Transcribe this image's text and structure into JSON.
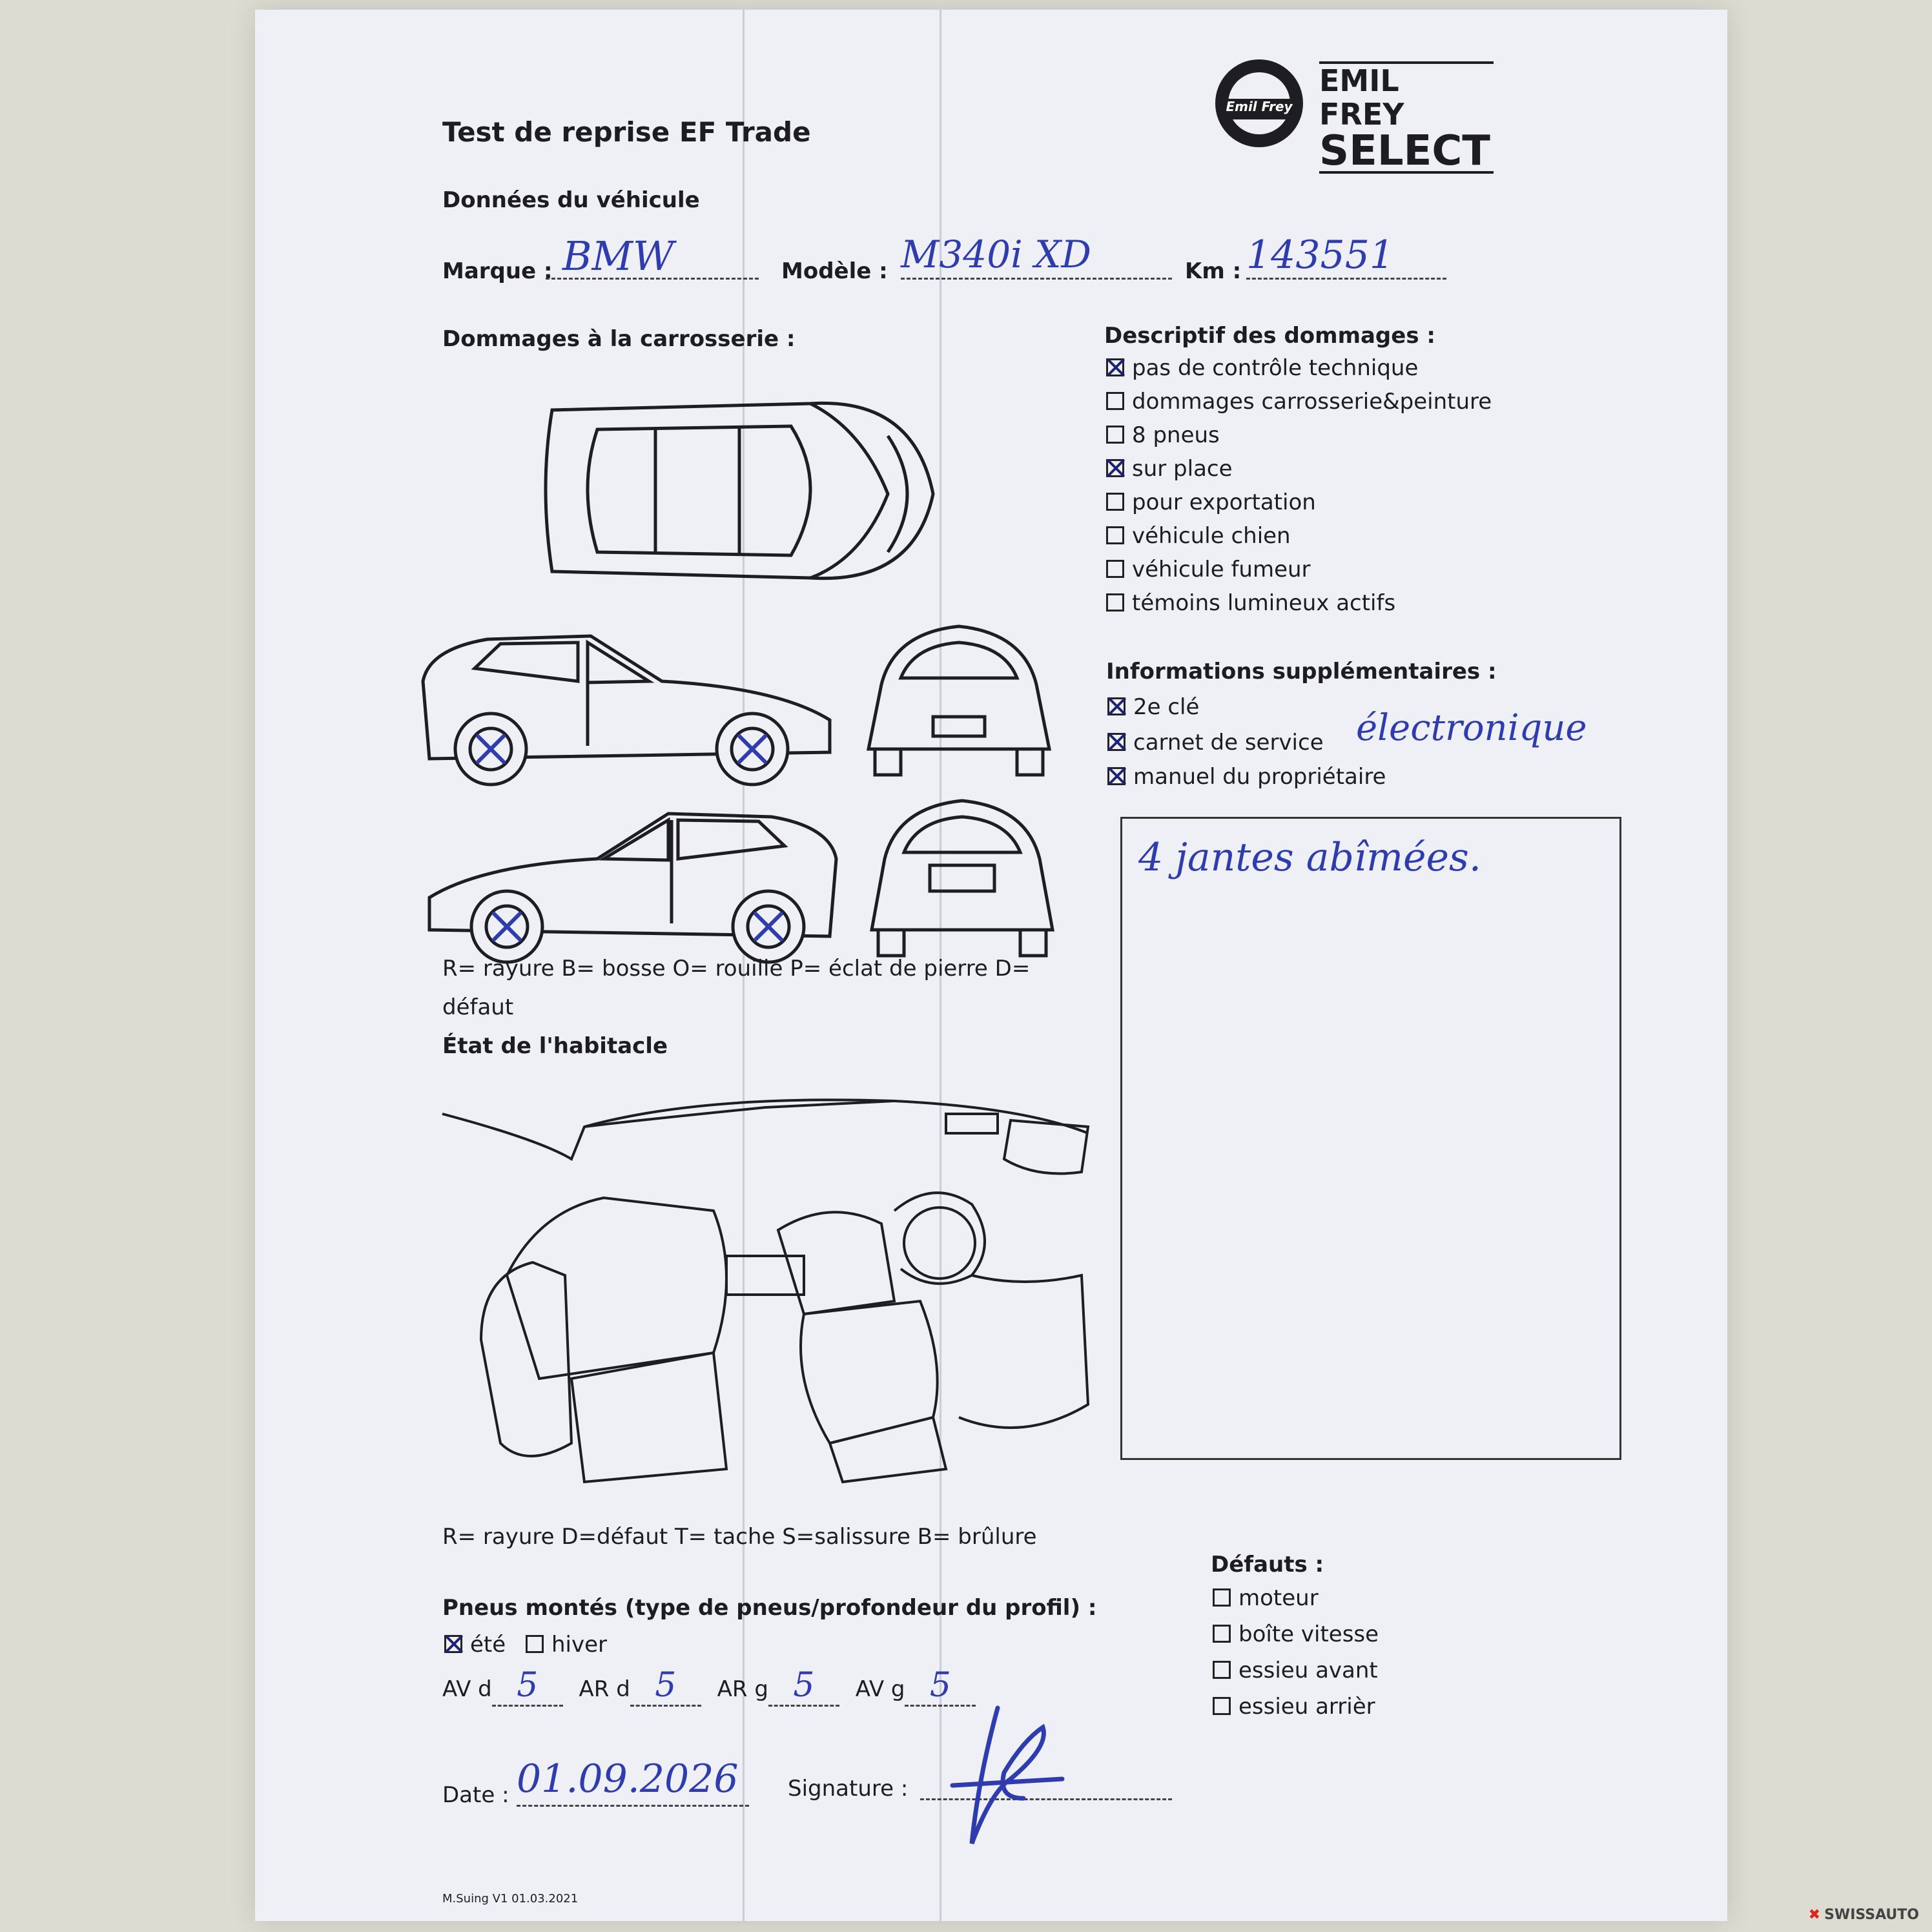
{
  "form": {
    "title": "Test de reprise EF Trade",
    "logo_badge": "Emil Frey",
    "logo_name": "EMIL FREY",
    "logo_select": "SELECT",
    "vehicle_section": "Données du véhicule",
    "marque_label": "Marque :",
    "marque_value": "BMW",
    "modele_label": "Modèle :",
    "modele_value": "M340i XD",
    "km_label": "Km :",
    "km_value": "143551",
    "body_damage_title": "Dommages à la carrosserie :",
    "body_legend": "R= rayure B= bosse O= rouille P= éclat de pierre D= défaut",
    "damage_desc_title": "Descriptif des dommages :",
    "damage_items": [
      {
        "label": "pas de contrôle technique",
        "checked": true
      },
      {
        "label": "dommages carrosserie&peinture",
        "checked": false
      },
      {
        "label": "8 pneus",
        "checked": false
      },
      {
        "label": "sur place",
        "checked": true
      },
      {
        "label": "pour exportation",
        "checked": false
      },
      {
        "label": "véhicule chien",
        "checked": false
      },
      {
        "label": "véhicule fumeur",
        "checked": false
      },
      {
        "label": "témoins lumineux actifs",
        "checked": false
      }
    ],
    "extra_info_title": "Informations supplémentaires :",
    "extra_items": [
      {
        "label": "2e clé",
        "checked": true
      },
      {
        "label": "carnet de service",
        "checked": true
      },
      {
        "label": "manuel du propriétaire",
        "checked": true
      }
    ],
    "service_book_note": "électronique",
    "notes_text": "4 jantes abîmées.",
    "interior_title": "État de l'habitacle",
    "interior_legend": "R= rayure D=défaut T= tache S=salissure B= brûlure",
    "defects_title": "Défauts :",
    "defect_items": [
      {
        "label": "moteur",
        "checked": false
      },
      {
        "label": "boîte vitesse",
        "checked": false
      },
      {
        "label": "essieu avant",
        "checked": false
      },
      {
        "label": "essieu arrièr",
        "checked": false
      }
    ],
    "tires_title": "Pneus montés (type de pneus/profondeur du profil) :",
    "tire_summer_label": "été",
    "tire_summer_checked": true,
    "tire_winter_label": "hiver",
    "tire_winter_checked": false,
    "av_d_label": "AV d",
    "av_d_value": "5",
    "ar_d_label": "AR d",
    "ar_d_value": "5",
    "ar_g_label": "AR g",
    "ar_g_value": "5",
    "av_g_label": "AV g",
    "av_g_value": "5",
    "date_label": "Date :",
    "date_value": "01.09.2026",
    "signature_label": "Signature :",
    "footer": "M.Suing V1 01.03.2021"
  },
  "watermark": "SWISSAUTO",
  "colors": {
    "ink": "#2f3cae",
    "paper": "#eef0f6",
    "background": "#dcdcd2"
  }
}
